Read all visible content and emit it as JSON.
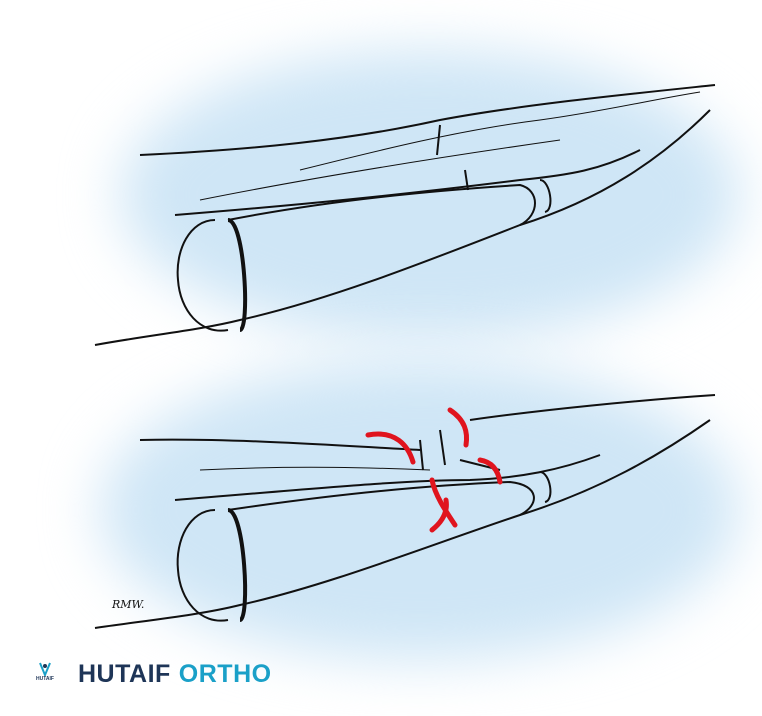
{
  "illustration": {
    "panels": [
      "normal-extensor-mechanism",
      "disrupted-extensor-mechanism-with-arrows"
    ],
    "arrow_color": "#e0141e",
    "background_glow": "#cfe6f6",
    "signature": "RMW."
  },
  "logo": {
    "mark_text": "HUTAIF",
    "brand_part1": "HUTAIF",
    "brand_part2": "ORTHO",
    "color_dark": "#1e3557",
    "color_accent": "#1aa0c8"
  }
}
